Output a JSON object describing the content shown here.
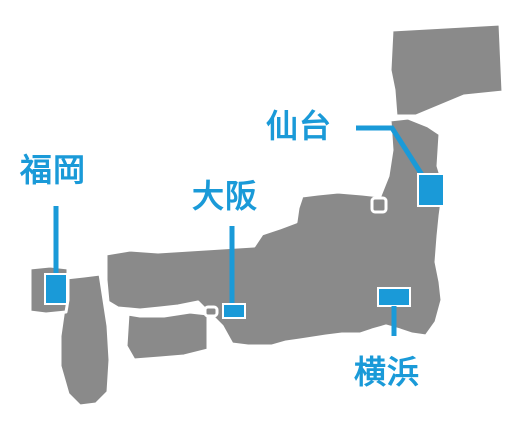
{
  "map": {
    "accent_color": "#1a9ad8",
    "land_color": "#8a8a8a",
    "cities": [
      {
        "id": "sendai",
        "label": "仙台"
      },
      {
        "id": "fukuoka",
        "label": "福岡"
      },
      {
        "id": "osaka",
        "label": "大阪"
      },
      {
        "id": "yokohama",
        "label": "横浜"
      }
    ]
  }
}
